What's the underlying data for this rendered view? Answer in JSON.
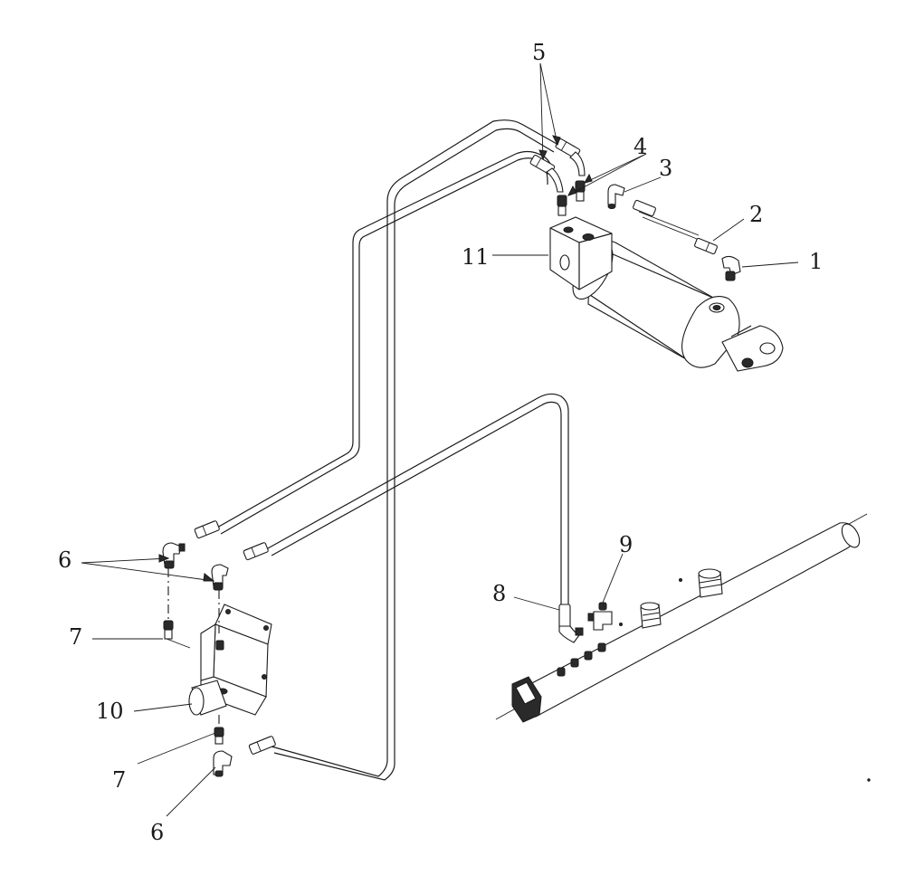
{
  "callouts": {
    "c1": "1",
    "c2": "2",
    "c3": "3",
    "c4": "4",
    "c5": "5",
    "c6a": "6",
    "c6b": "6",
    "c7a": "7",
    "c7b": "7",
    "c8": "8",
    "c9": "9",
    "c10": "10",
    "c11": "11"
  }
}
